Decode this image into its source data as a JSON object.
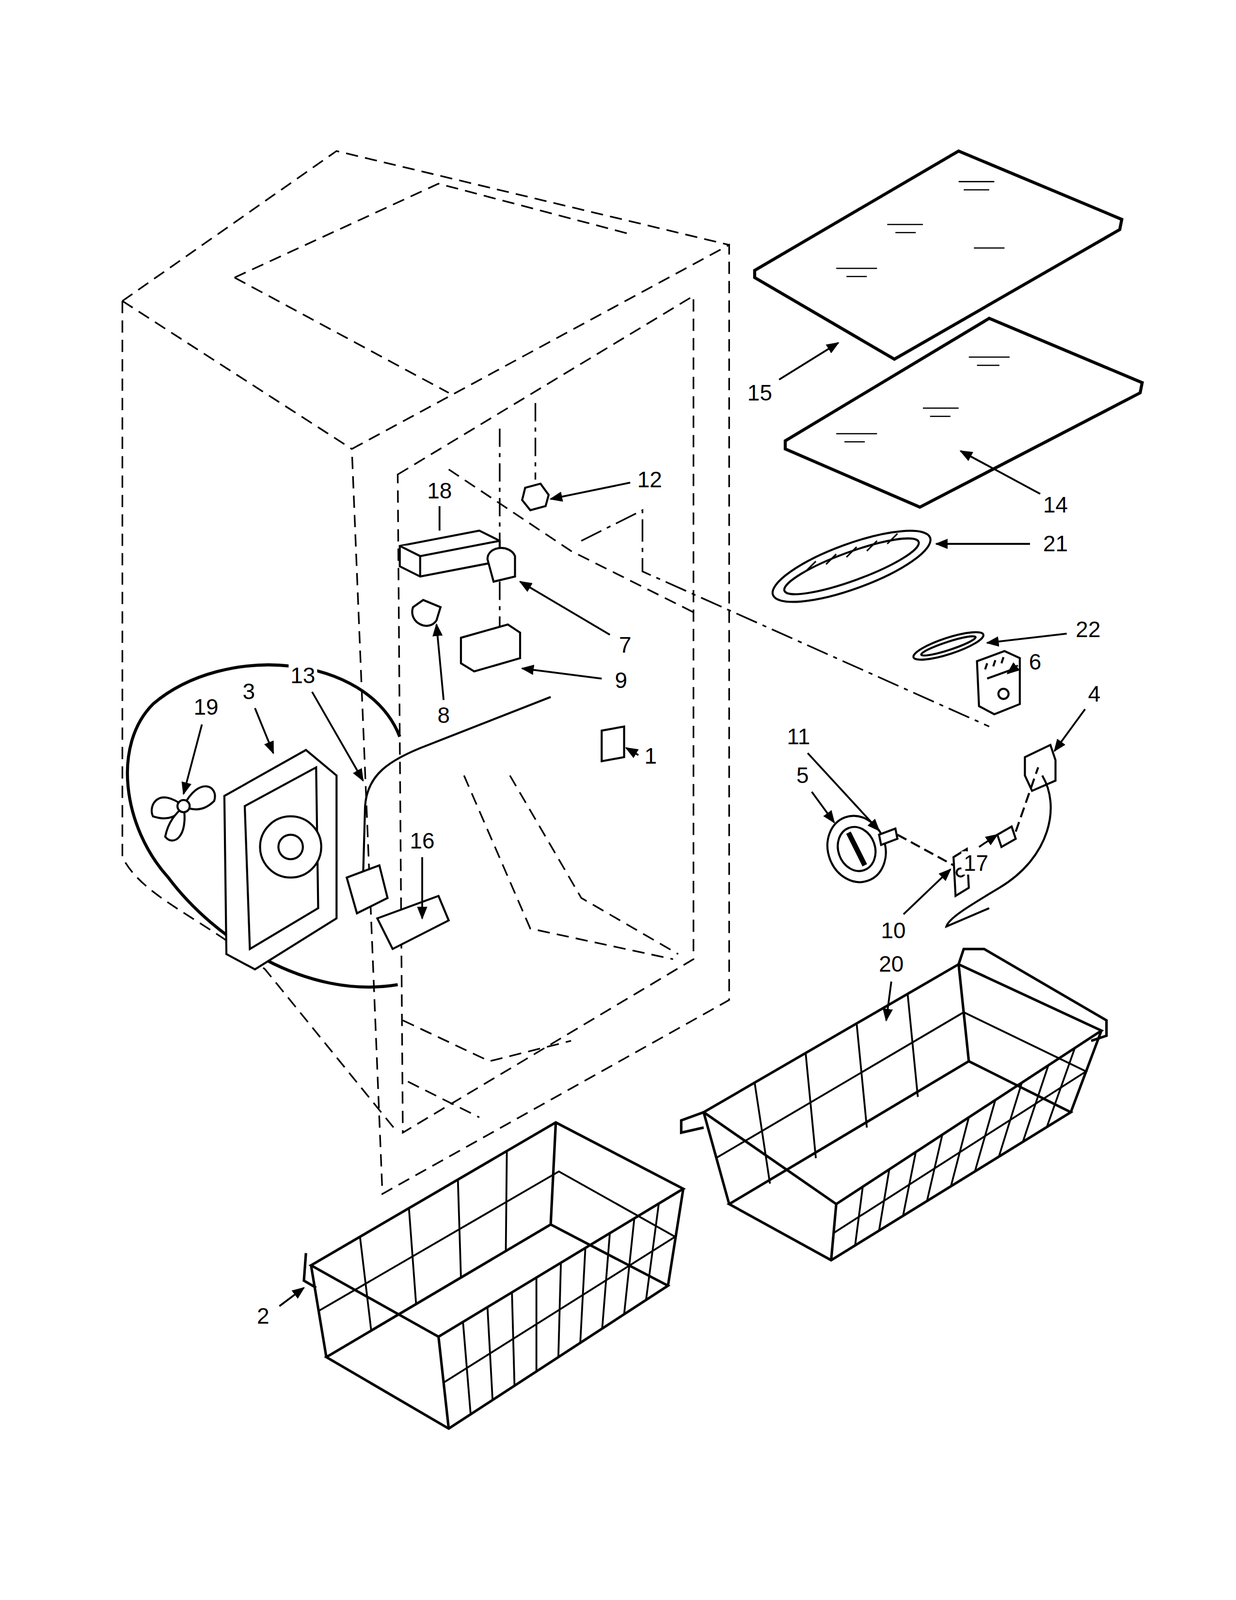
{
  "diagram": {
    "labels": [
      "15",
      "12",
      "18",
      "14",
      "21",
      "7",
      "9",
      "8",
      "22",
      "6",
      "4",
      "19",
      "3",
      "13",
      "1",
      "11",
      "5",
      "16",
      "10",
      "17",
      "20",
      "2"
    ]
  }
}
